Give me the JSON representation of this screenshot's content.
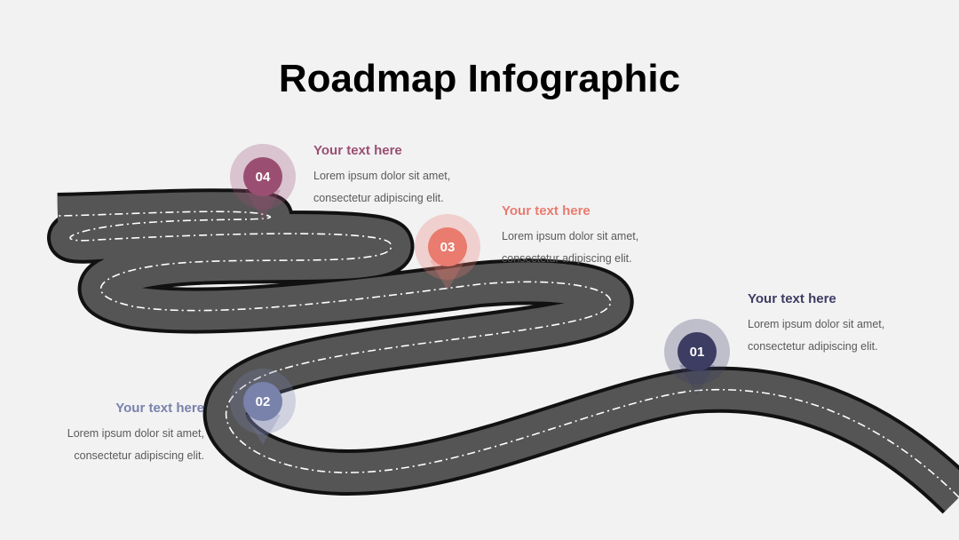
{
  "title": "Roadmap Infographic",
  "colors": {
    "road": "#555555",
    "outline": "#111111",
    "dash": "#ffffff",
    "background": "#f2f2f3",
    "step1": "#3d3c63",
    "step2": "#7982ab",
    "step3": "#e97b6f",
    "step4": "#9a4f72"
  },
  "steps": [
    {
      "number": "01",
      "heading": "Your text here",
      "line1": "Lorem ipsum dolor sit amet,",
      "line2": "consectetur adipiscing elit.",
      "color": "#3d3c63"
    },
    {
      "number": "02",
      "heading": "Your text here",
      "line1": "Lorem ipsum dolor sit amet,",
      "line2": "consectetur adipiscing elit.",
      "color": "#7982ab"
    },
    {
      "number": "03",
      "heading": "Your text here",
      "line1": "Lorem ipsum dolor sit amet,",
      "line2": "consectetur adipiscing elit.",
      "color": "#e97b6f"
    },
    {
      "number": "04",
      "heading": "Your text here",
      "line1": "Lorem ipsum dolor sit amet,",
      "line2": "consectetur adipiscing elit.",
      "color": "#9a4f72"
    }
  ]
}
